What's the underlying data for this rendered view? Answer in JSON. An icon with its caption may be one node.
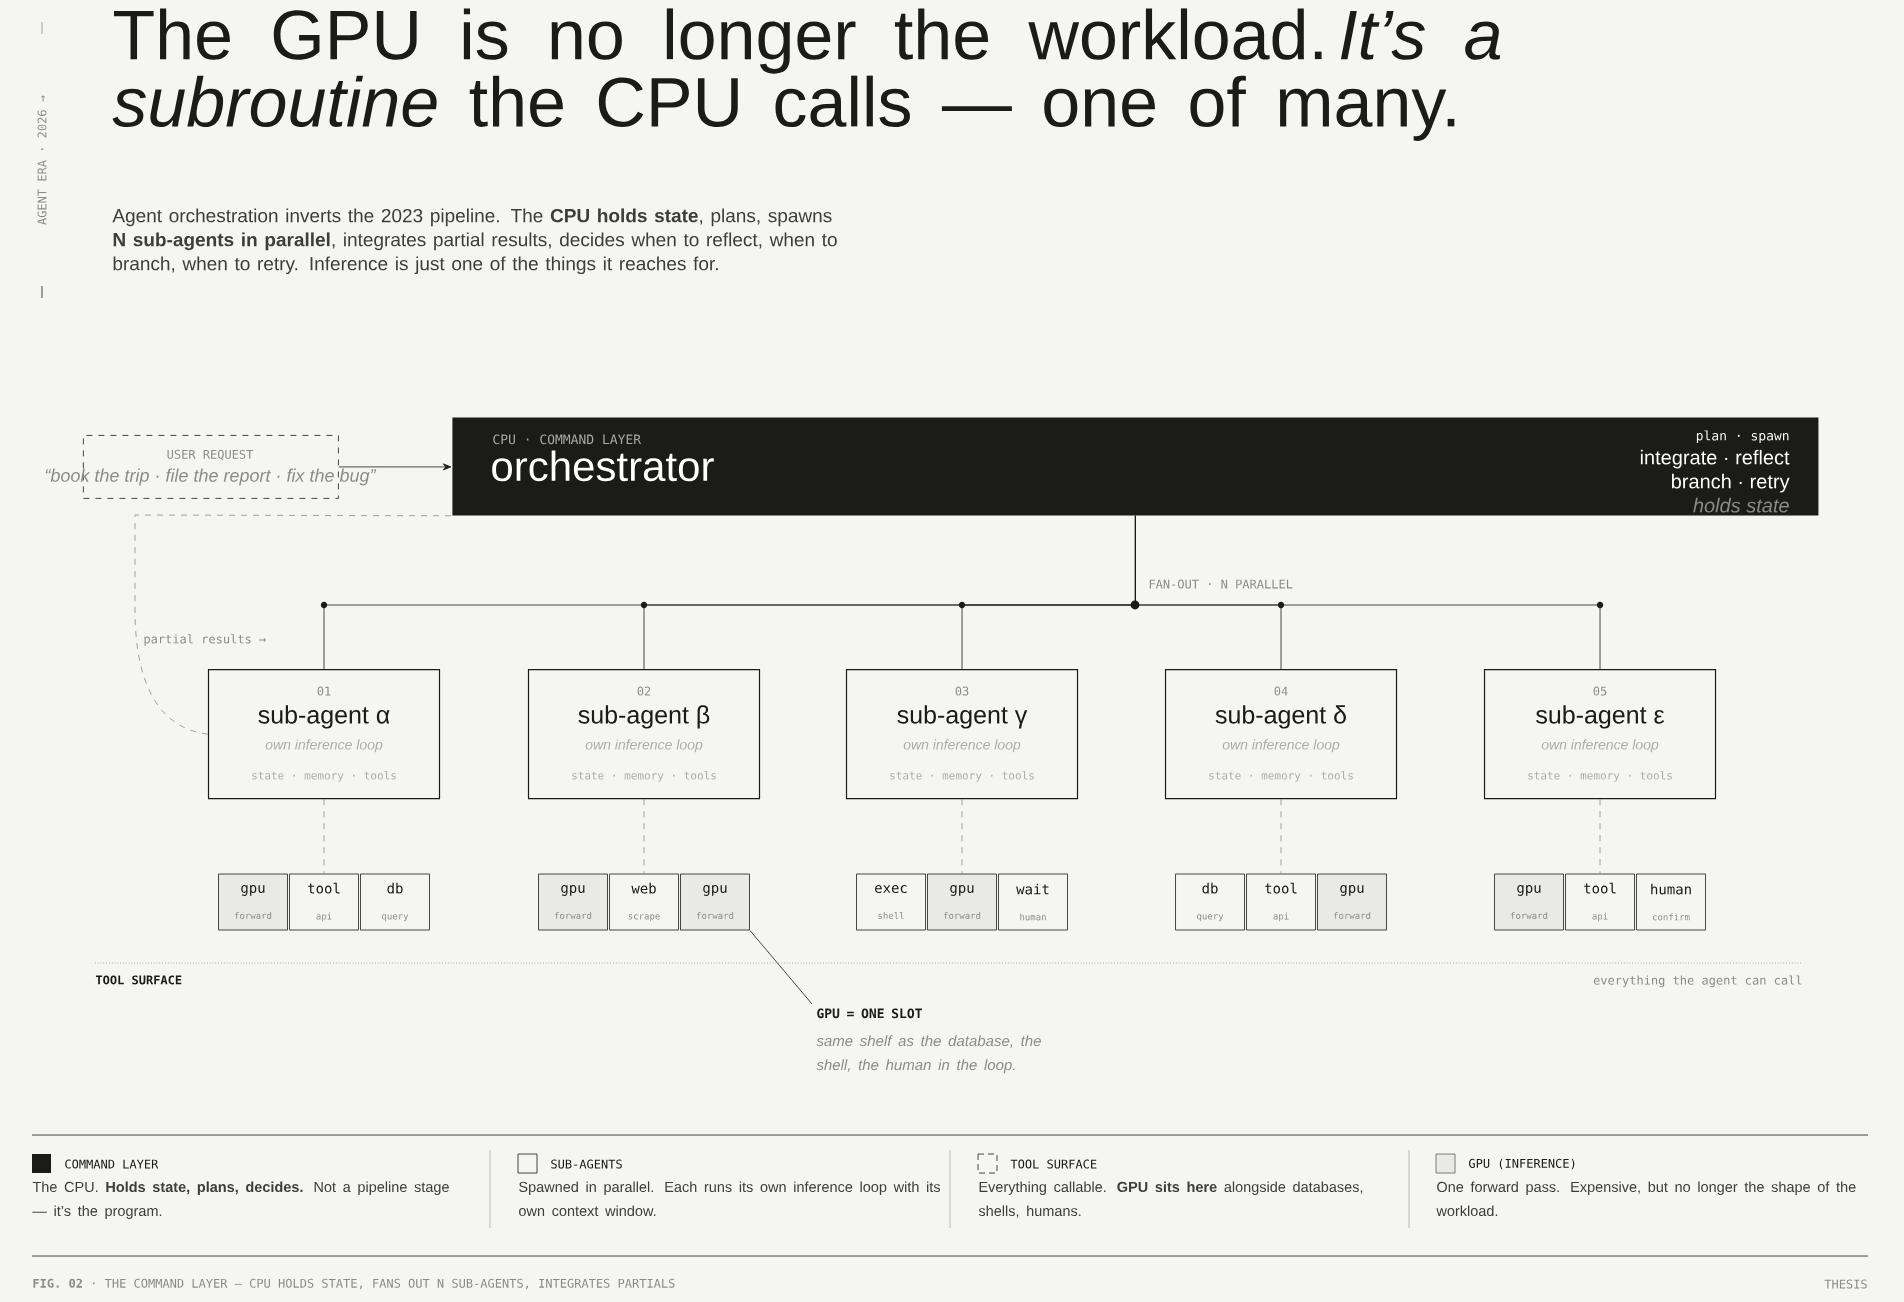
{
  "diagram": {
    "title": "The GPU is no longer the workload. *It’s a subroutine* the CPU calls — one of many.",
    "nodes": [
      {
        "text": [
          "USER REQUEST",
          "“book the trip · file the report · fix the bug”"
        ]
      },
      {
        "text": [
          "CPU · COMMAND LAYER",
          "orchestrator",
          "plan · spawn",
          "integrate · reflect",
          "branch · retry",
          "holds state"
        ]
      },
      {
        "text": [
          "01",
          "sub-agent α",
          "own inference loop",
          "state · memory · tools"
        ]
      },
      {
        "text": [
          "02",
          "sub-agent β",
          "own inference loop",
          "state · memory · tools"
        ]
      },
      {
        "text": [
          "03",
          "sub-agent γ",
          "own inference loop",
          "state · memory · tools"
        ]
      },
      {
        "text": [
          "04",
          "sub-agent δ",
          "own inference loop",
          "state · memory · tools"
        ]
      },
      {
        "text": [
          "05",
          "sub-agent ε",
          "own inference loop",
          "state · memory · tools"
        ]
      },
      {
        "text": [
          "gpu",
          "forward"
        ]
      },
      {
        "text": [
          "tool",
          "api"
        ]
      },
      {
        "text": [
          "db",
          "query"
        ]
      },
      {
        "text": [
          "gpu",
          "forward"
        ]
      },
      {
        "text": [
          "web",
          "scrape"
        ]
      },
      {
        "text": [
          "gpu",
          "forward"
        ]
      },
      {
        "text": [
          "exec",
          "shell"
        ]
      },
      {
        "text": [
          "gpu",
          "forward"
        ]
      },
      {
        "text": [
          "wait",
          "human"
        ]
      },
      {
        "text": [
          "db",
          "query"
        ]
      },
      {
        "text": [
          "tool",
          "api"
        ]
      },
      {
        "text": [
          "gpu",
          "forward"
        ]
      },
      {
        "text": [
          "gpu",
          "forward"
        ]
      },
      {
        "text": [
          "tool",
          "api"
        ]
      },
      {
        "text": [
          "human",
          "confirm"
        ]
      },
      {
        "text": [
          "GPU = ONE SLOT",
          "same shelf as the database, the shell, the human in the loop."
        ]
      }
    ],
    "edges": [
      {
        "from": 0,
        "to": 1,
        "arrow": "to"
      },
      {
        "from": 1,
        "to": 2,
        "arrow": "none"
      },
      {
        "from": 1,
        "to": 3,
        "arrow": "none"
      },
      {
        "from": 1,
        "to": 4,
        "arrow": "none"
      },
      {
        "from": 1,
        "to": 5,
        "arrow": "none"
      },
      {
        "from": 1,
        "to": 6,
        "arrow": "none"
      },
      {
        "from": 2,
        "to": 1,
        "arrow": "none",
        "style": "dashed",
        "color": "#8a8a86",
        "label": "partial results →"
      },
      {
        "from": 2,
        "to": 8,
        "arrow": "none",
        "style": "dashed",
        "color": "#8a8a86"
      },
      {
        "from": 3,
        "to": 11,
        "arrow": "none",
        "style": "dashed",
        "color": "#8a8a86"
      },
      {
        "from": 4,
        "to": 14,
        "arrow": "none",
        "style": "dashed",
        "color": "#8a8a86"
      },
      {
        "from": 5,
        "to": 17,
        "arrow": "none",
        "style": "dashed",
        "color": "#8a8a86"
      },
      {
        "from": 6,
        "to": 20,
        "arrow": "none",
        "style": "dashed",
        "color": "#8a8a86"
      },
      {
        "from": 22,
        "to": 12,
        "arrow": "none"
      }
    ],
    "labels": [
      "AGENT ERA · 2026 →",
      "Agent orchestration inverts the 2023 pipeline. The **CPU holds state**, plans, spawns **N sub-agents in parallel**, integrates partial results, decides when to reflect, when to branch, when to retry. Inference is just one of the things it reaches for.",
      "FAN-OUT · N PARALLEL",
      "TOOL SURFACE",
      "everything the agent can call",
      "The CPU. **Holds state, plans, decides.** Not a pipeline stage — it’s the program.",
      "Spawned in parallel. Each runs its own inference loop with its own context window.",
      "Everything callable. **GPU sits here** alongside databases, shells, humans.",
      "One forward pass. Expensive, but no longer the shape of the workload.",
      "**FIG. 02** · THE COMMAND LAYER — CPU HOLDS STATE, FANS OUT N SUB-AGENTS, INTEGRATES PARTIALS",
      "THESIS"
    ],
    "legend": [
      {
        "text": "COMMAND LAYER",
        "color": "#1b1b18"
      },
      {
        "text": "SUB-AGENTS"
      },
      {
        "text": "TOOL SURFACE"
      },
      {
        "text": "GPU (INFERENCE)",
        "color": "#e9e9e5"
      }
    ]
  }
}
